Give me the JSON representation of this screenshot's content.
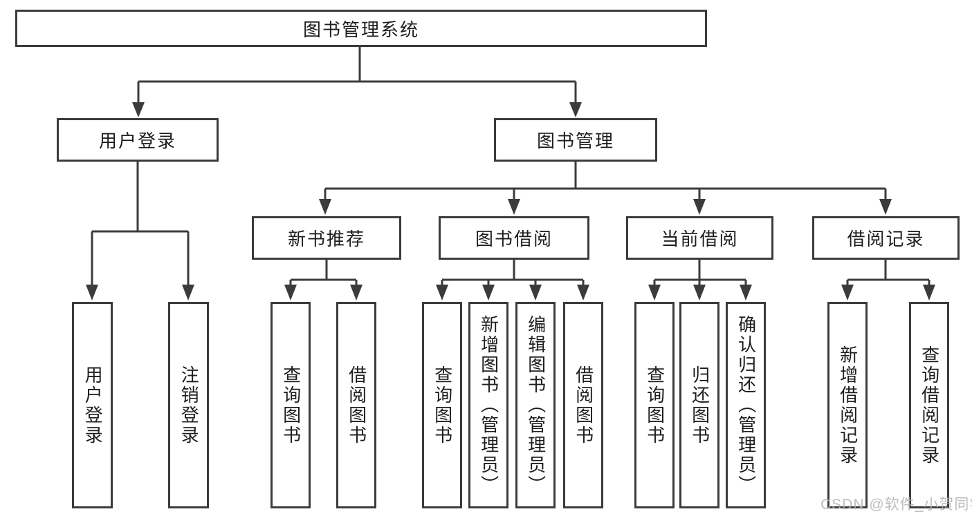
{
  "diagram": {
    "title": "图书管理系统",
    "watermark": "CSDN @软件_小贺同学",
    "colors": {
      "line": "#3b3b3b",
      "text": "#1e1e1e",
      "background": "#ffffff",
      "watermark": "#b2b2b2"
    },
    "tree": {
      "root": {
        "label": "图书管理系统",
        "children": [
          {
            "label": "用户登录",
            "children": [
              {
                "label": "用户登录"
              },
              {
                "label": "注销登录"
              }
            ]
          },
          {
            "label": "图书管理",
            "children": [
              {
                "label": "新书推荐",
                "children": [
                  {
                    "label": "查询图书"
                  },
                  {
                    "label": "借阅图书"
                  }
                ]
              },
              {
                "label": "图书借阅",
                "children": [
                  {
                    "label": "查询图书"
                  },
                  {
                    "label": "新增图书（管理员）"
                  },
                  {
                    "label": "编辑图书（管理员）"
                  },
                  {
                    "label": "借阅图书"
                  }
                ]
              },
              {
                "label": "当前借阅",
                "children": [
                  {
                    "label": "查询图书"
                  },
                  {
                    "label": "归还图书"
                  },
                  {
                    "label": "确认归还（管理员）"
                  }
                ]
              },
              {
                "label": "借阅记录",
                "children": [
                  {
                    "label": "新增借阅记录"
                  },
                  {
                    "label": "查询借阅记录"
                  }
                ]
              }
            ]
          }
        ]
      }
    }
  }
}
